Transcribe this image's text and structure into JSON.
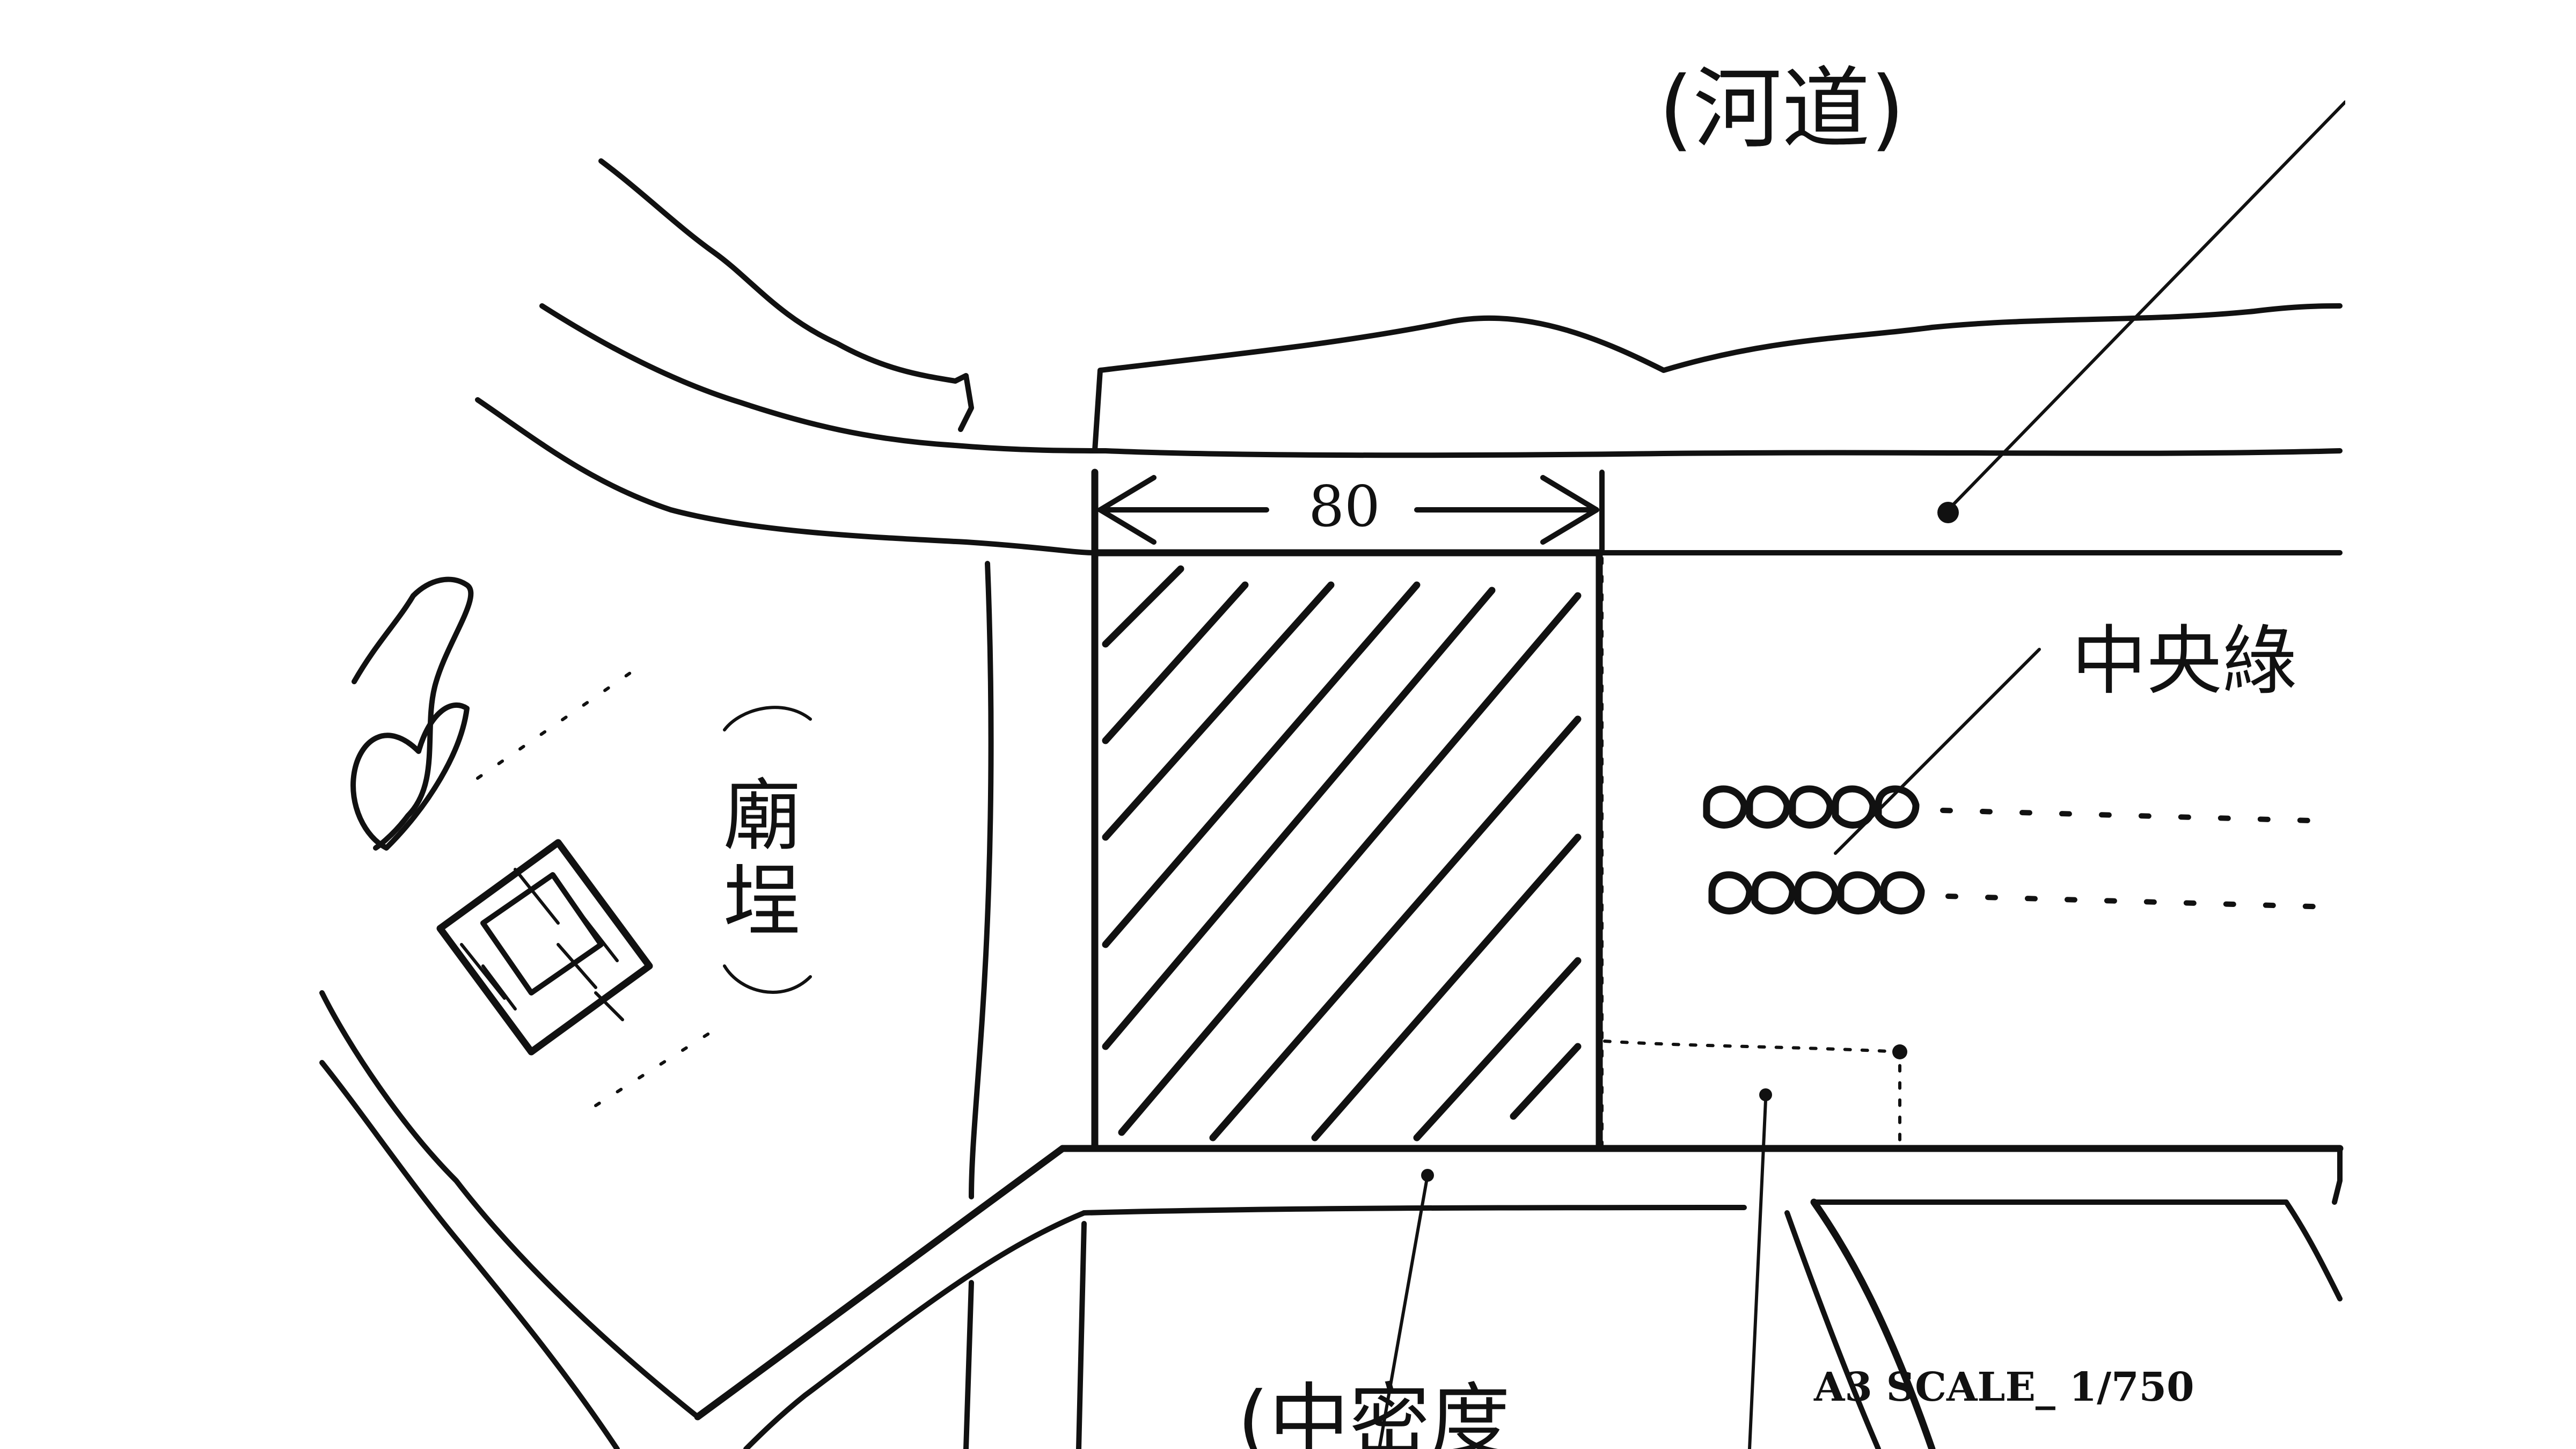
{
  "labels": {
    "river": "(河道)",
    "temple_square_open": "(",
    "temple_square_char1": "廟",
    "temple_square_char2": "埕",
    "temple_square_close": ")",
    "central_green": "中央綠",
    "bottom_partial": "(中密度",
    "dimension": "80",
    "scale": "A3 SCALE_ 1/750"
  },
  "colors": {
    "ink": "#111111",
    "paper": "#ffffff"
  }
}
